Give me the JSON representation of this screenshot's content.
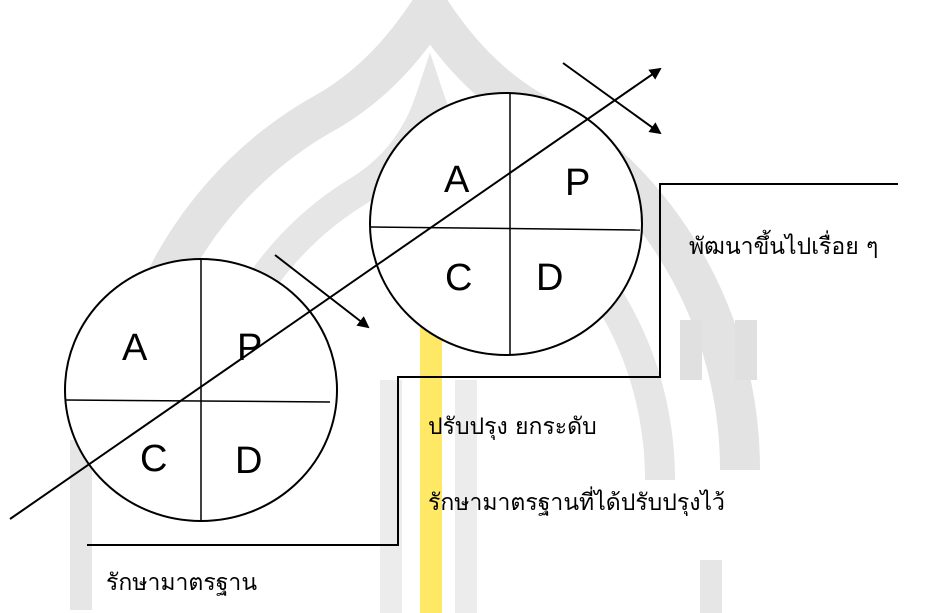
{
  "diagram": {
    "cycle_lower": {
      "quadrant_a": "A",
      "quadrant_p": "P",
      "quadrant_c": "C",
      "quadrant_d": "D"
    },
    "cycle_upper": {
      "quadrant_a": "A",
      "quadrant_p": "P",
      "quadrant_c": "C",
      "quadrant_d": "D"
    },
    "labels": {
      "develop_continuously": "พัฒนาขึ้นไปเรื่อย ๆ",
      "improve_upgrade": "ปรับปรุง  ยกระดับ",
      "maintain_improved_standard": "รักษามาตรฐานที่ได้ปรับปรุงไว้",
      "maintain_standard": "รักษามาตรฐาน"
    },
    "colors": {
      "watermark": "#d9d9d9",
      "watermark_accent": "#ffe866",
      "line": "#000000"
    }
  }
}
